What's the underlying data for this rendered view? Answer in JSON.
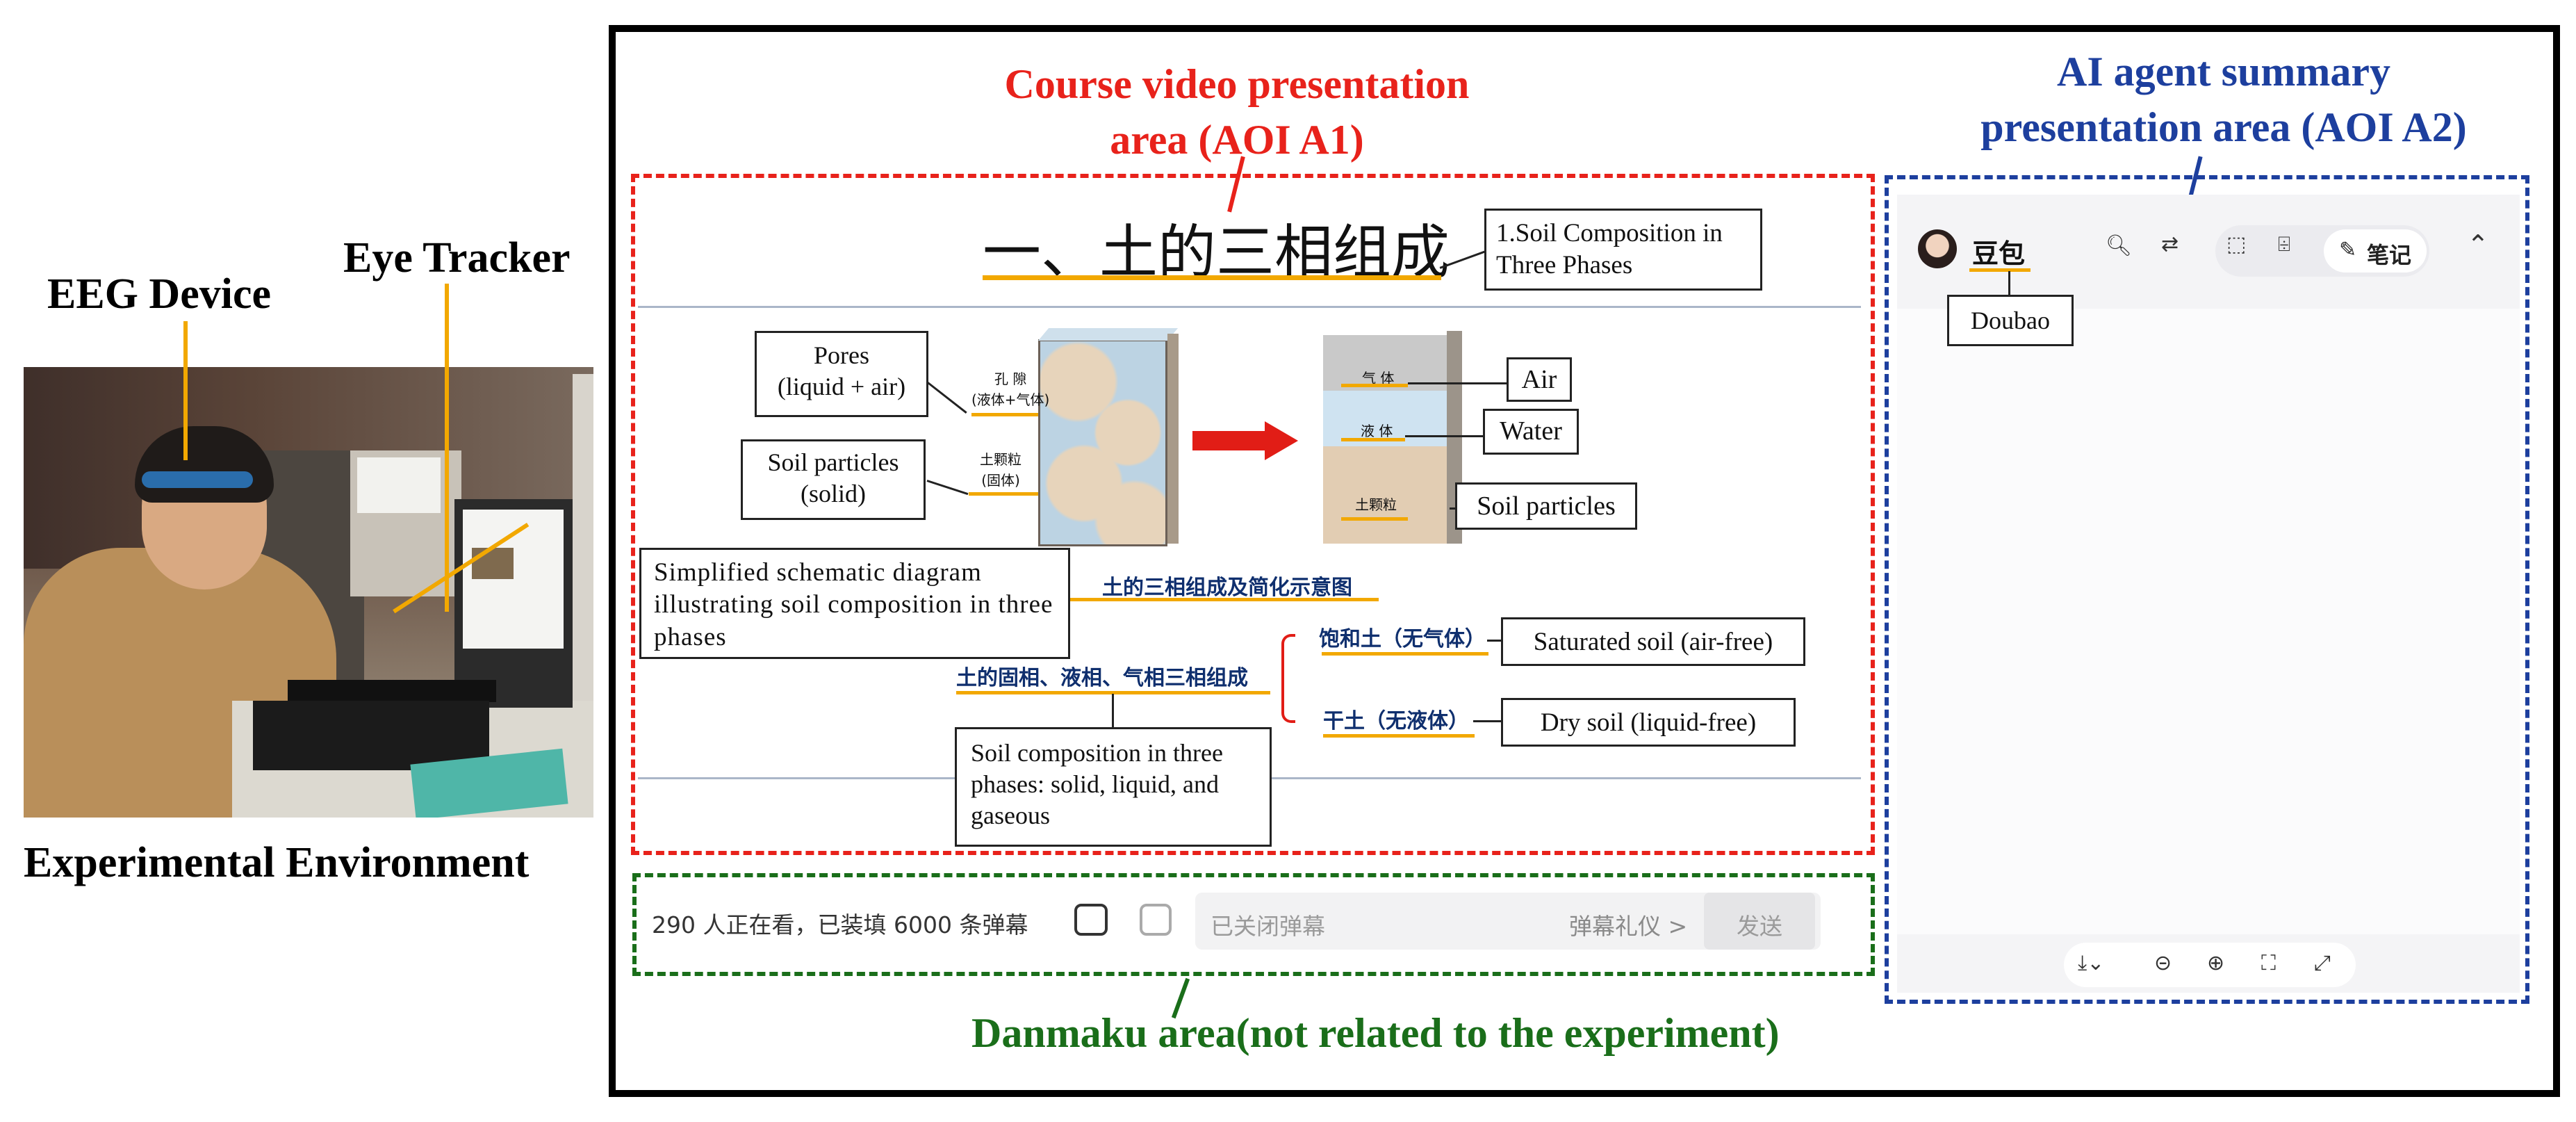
{
  "left_panel": {
    "eeg_label": "EEG Device",
    "eye_tracker_label": "Eye Tracker",
    "caption": "Experimental Environment"
  },
  "aoi_a1": {
    "title_line1": "Course video presentation",
    "title_line2": "area (AOI A1)",
    "color": "#e8221b"
  },
  "aoi_a2": {
    "title_line1": "AI agent summary",
    "title_line2": "presentation area (AOI A2)",
    "color": "#1d3f9e"
  },
  "danmaku_area": {
    "label": "Danmaku area(not related to the experiment)",
    "color": "#1a6e1a"
  },
  "slide": {
    "heading": "一、土的三相组成",
    "heading_en": "1.Soil Composition in Three Phases",
    "pores_cn_line1": "孔 隙",
    "pores_cn_line2": "(液体+气体)",
    "pores_en_line1": "Pores",
    "pores_en_line2": "(liquid + air)",
    "particles_cn_line1": "土颗粒",
    "particles_cn_line2": "(固体)",
    "particles_en_line1": "Soil particles",
    "particles_en_line2": "(solid)",
    "air_cn": "气 体",
    "air_en": "Air",
    "water_cn": "液 体",
    "water_en": "Water",
    "soil_cn": "土颗粒",
    "soil_en": "Soil particles",
    "schematic_cn": "土的三相组成及简化示意图",
    "schematic_en": "Simplified schematic diagram illustrating soil composition in three phases",
    "three_phase_cn": "土的固相、液相、气相三相组成",
    "three_phase_en": "Soil composition in three phases: solid, liquid, and gaseous",
    "saturated_cn": "饱和土（无气体）",
    "saturated_en": "Saturated soil (air-free)",
    "dry_cn": "干土（无液体）",
    "dry_en": "Dry soil (liquid-free)"
  },
  "danmaku_bar": {
    "viewers": "290 人正在看，已装填 6000 条弹幕",
    "placeholder": "已关闭弹幕",
    "etiquette": "弹幕礼仪 >",
    "send": "发送"
  },
  "doubao": {
    "name": "豆包",
    "name_en": "Doubao",
    "notes": "笔记"
  }
}
